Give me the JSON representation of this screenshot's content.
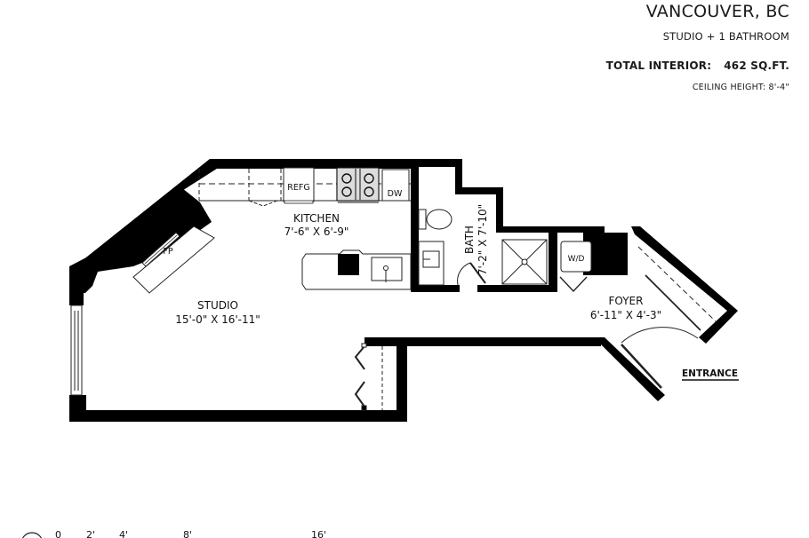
{
  "header": {
    "city": "VANCOUVER, BC",
    "unit_type": "STUDIO + 1 BATHROOM",
    "total_interior_label": "TOTAL INTERIOR:",
    "total_interior_value": "462 SQ.FT.",
    "ceiling_height": "CEILING HEIGHT: 8'-4\""
  },
  "rooms": [
    {
      "name": "KITCHEN",
      "dimensions": "7'-6\" X 6'-9\""
    },
    {
      "name": "STUDIO",
      "dimensions": "15'-0\" X 16'-11\""
    },
    {
      "name": "BATH",
      "dimensions": "7'-2\" X 7'-10\""
    },
    {
      "name": "FOYER",
      "dimensions": "6'-11\" X 4'-3\""
    }
  ],
  "fixtures": {
    "refrigerator": "REFG",
    "dishwasher": "DW",
    "fireplace": "FP",
    "washer_dryer": "W/D"
  },
  "entrance_label": "ENTRANCE",
  "scale_bar": {
    "ticks": [
      "0",
      "2'",
      "4'",
      "8'",
      "16'"
    ]
  },
  "colors": {
    "wall": "#000000",
    "line": "#222222",
    "background": "#ffffff"
  }
}
